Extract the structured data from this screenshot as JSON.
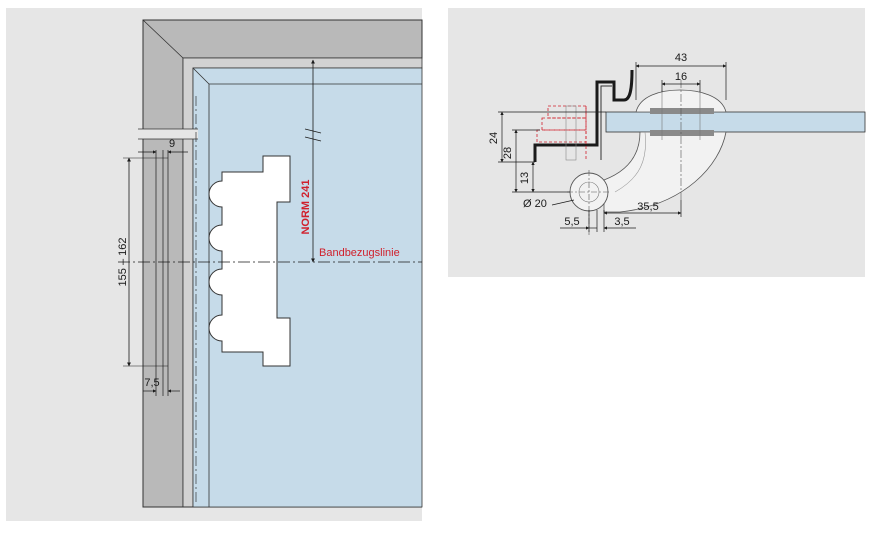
{
  "left_panel": {
    "dims": {
      "d9": "9",
      "d155": "155 – 162",
      "d75": "7,5"
    },
    "norm_label": "NORM 241",
    "reference_line": "Bandbezugslinie"
  },
  "right_panel": {
    "dims": {
      "d43": "43",
      "d16": "16",
      "d24": "24",
      "d28": "28",
      "d13": "13",
      "d20": "Ø 20",
      "d355": "35,5",
      "d55": "5,5",
      "d35": "3,5"
    }
  },
  "colors": {
    "panel_bg": "#e6e6e6",
    "glass": "#c6dbe9",
    "frame": "#bdbdbd",
    "accent_red": "#d0202c"
  }
}
